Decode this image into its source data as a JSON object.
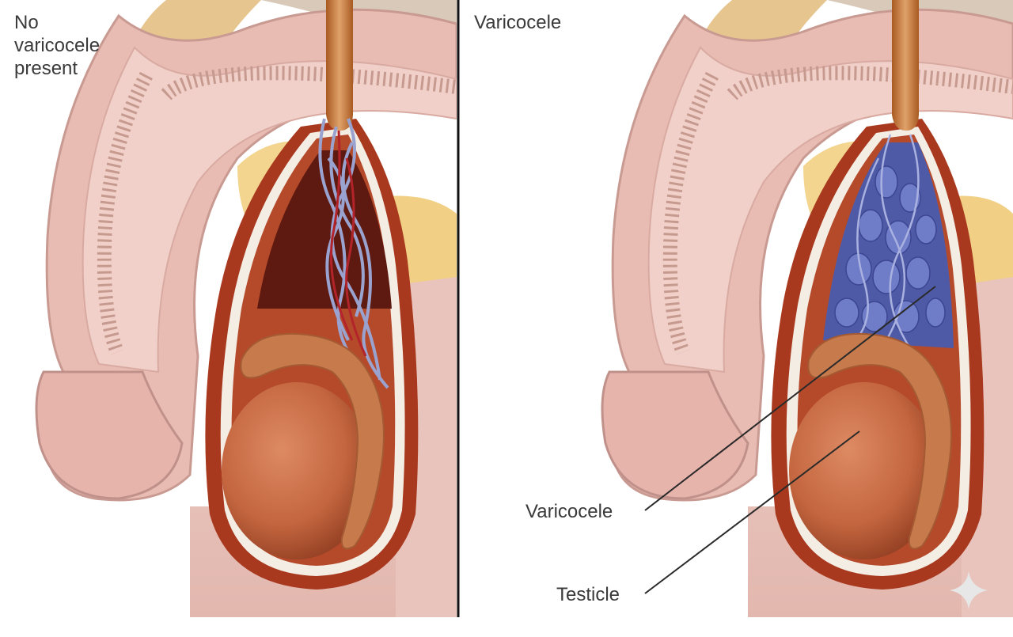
{
  "panels": {
    "left": {
      "title_lines": [
        "No",
        "varicocele",
        "present"
      ]
    },
    "right": {
      "title": "Varicocele"
    }
  },
  "callouts": {
    "varicocele": "Varicocele",
    "testicle": "Testicle"
  },
  "colors": {
    "skin": "#e8bcb3",
    "skin_dark": "#c99a92",
    "fat": "#f3d58f",
    "muscle_red": "#a8391e",
    "testicle": "#c4663f",
    "epididymis": "#c77a4c",
    "vein_normal": "#9aa3cf",
    "vein_varicose": "#5b68b4",
    "artery": "#b3242a",
    "cord": "#c97d3e",
    "divider": "#111111"
  },
  "icons": {
    "watermark": "sparkle-icon"
  }
}
